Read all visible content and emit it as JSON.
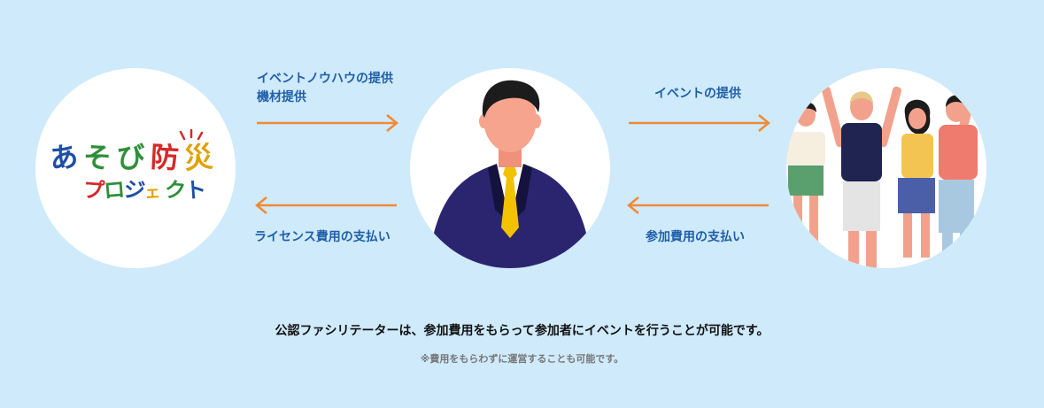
{
  "logo": {
    "line1": [
      "あ",
      "そ",
      "び",
      "防",
      "災"
    ],
    "line2": [
      "プ",
      "ロ",
      "ジ",
      "ェ",
      "ク",
      "ト"
    ],
    "line1_colors": [
      "#1e4fa3",
      "#2f8f3a",
      "#2f8f3a",
      "#d62828",
      "#e0a100"
    ],
    "line2_colors": [
      "#d62828",
      "#2f8f3a",
      "#1e4fa3",
      "#e0a100",
      "#2f8f3a",
      "#1e4fa3"
    ]
  },
  "flows": {
    "top_left": {
      "line1": "イベントノウハウの提供",
      "line2": "機材提供"
    },
    "bottom_left": "ライセンス費用の支払い",
    "top_right": "イベントの提供",
    "bottom_right": "参加費用の支払い"
  },
  "notes": {
    "main": "公認ファシリテーターは、参加費用をもらって参加者にイベントを行うことが可能です。",
    "sub": "※費用をもらわずに運営することも可能です。"
  },
  "colors": {
    "background": "#cfeafb",
    "arrow": "#f08a35",
    "label": "#1f5fa8",
    "suit": "#2b2570",
    "tie": "#f2c200",
    "skin": "#f7a48f",
    "hair": "#1c1c1c"
  }
}
